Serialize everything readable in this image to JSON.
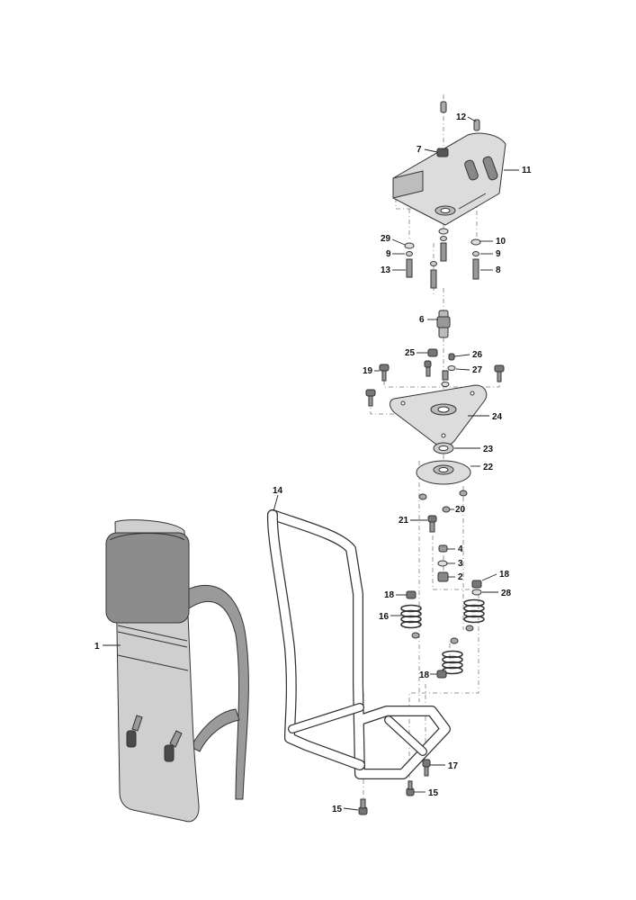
{
  "callouts": [
    {
      "id": "c12",
      "label": "12"
    },
    {
      "id": "c7",
      "label": "7"
    },
    {
      "id": "c11",
      "label": "11"
    },
    {
      "id": "c29",
      "label": "29"
    },
    {
      "id": "c10",
      "label": "10"
    },
    {
      "id": "c9a",
      "label": "9"
    },
    {
      "id": "c9b",
      "label": "9"
    },
    {
      "id": "c13",
      "label": "13"
    },
    {
      "id": "c8",
      "label": "8"
    },
    {
      "id": "c6",
      "label": "6"
    },
    {
      "id": "c25",
      "label": "25"
    },
    {
      "id": "c26",
      "label": "26"
    },
    {
      "id": "c19",
      "label": "19"
    },
    {
      "id": "c27",
      "label": "27"
    },
    {
      "id": "c24",
      "label": "24"
    },
    {
      "id": "c23",
      "label": "23"
    },
    {
      "id": "c22",
      "label": "22"
    },
    {
      "id": "c14",
      "label": "14"
    },
    {
      "id": "c21",
      "label": "21"
    },
    {
      "id": "c20",
      "label": "20"
    },
    {
      "id": "c4",
      "label": "4"
    },
    {
      "id": "c3",
      "label": "3"
    },
    {
      "id": "c2",
      "label": "2"
    },
    {
      "id": "c18a",
      "label": "18"
    },
    {
      "id": "c18b",
      "label": "18"
    },
    {
      "id": "c28",
      "label": "28"
    },
    {
      "id": "c16",
      "label": "16"
    },
    {
      "id": "c1",
      "label": "1"
    },
    {
      "id": "c18c",
      "label": "18"
    },
    {
      "id": "c17",
      "label": "17"
    },
    {
      "id": "c15a",
      "label": "15"
    },
    {
      "id": "c15b",
      "label": "15"
    }
  ],
  "colors": {
    "pad": "#8c8c8c",
    "backplate": "#cfcfcf",
    "frame": "#ffffff",
    "metal": "#dcdcdc",
    "line": "#333333"
  }
}
